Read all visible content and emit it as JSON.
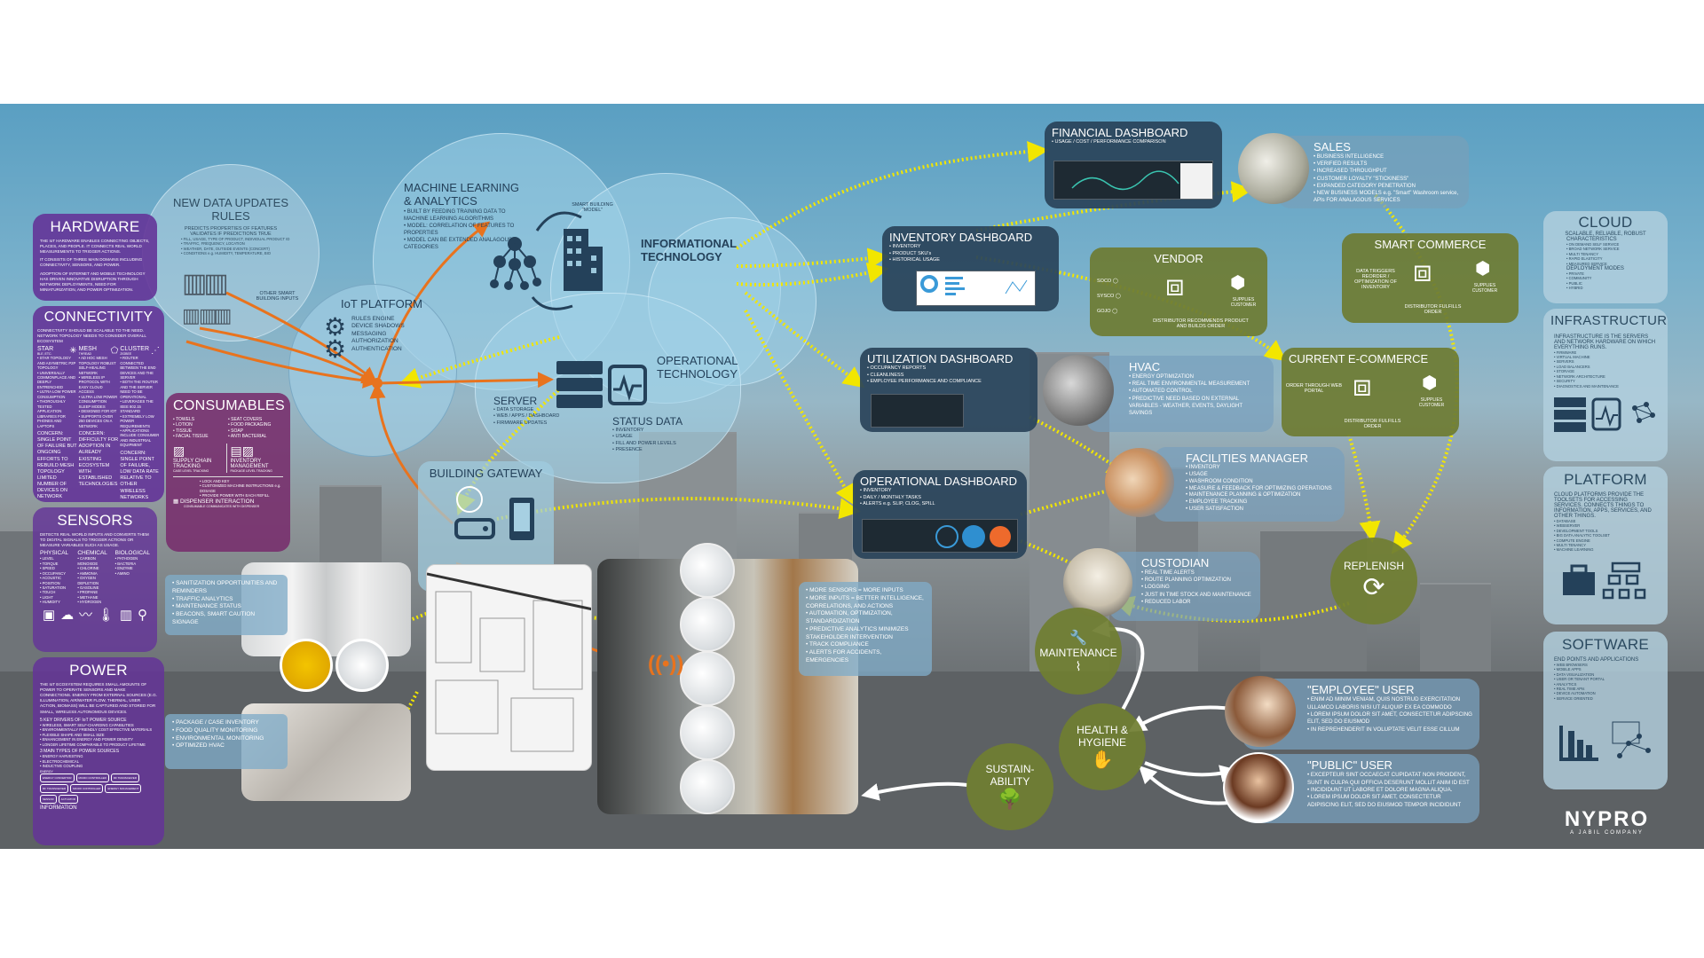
{
  "colors": {
    "purple": "#643498",
    "plum": "#78306e",
    "navy": "#2a445a",
    "green": "#6e7c34",
    "arrow_yellow": "#f2e600",
    "arrow_orange": "#e8731e"
  },
  "hardware": {
    "title": "HARDWARE",
    "paragraphs": [
      "THE IoT HARDWARE ENABLES CONNECTING OBJECTS, PLACES, AND PEOPLE. IT CONNECTS REAL WORLD MEASUREMENTS TO TRIGGER ACTIONS.",
      "IT CONSISTS OF THREE MAIN DOMAINS INCLUDING CONNECTIVITY, SENSORS, AND POWER.",
      "ADOPTION OF INTERNET AND MOBILE TECHNOLOGY HAS DRIVEN INNOVATIVE DISRUPTION THROUGH NETWORK DEPLOYMENTS, NEED FOR MINIATURIZATION, AND POWER OPTIMIZATION."
    ]
  },
  "connectivity": {
    "title": "CONNECTIVITY",
    "intro": "CONNECTIVITY SHOULD BE SCALABLE TO THE NEED. NETWORK TOPOLOGY NEEDS TO CONSIDER OVERALL ECOSYSTEM",
    "columns": [
      {
        "name": "STAR",
        "sub": "BLE, ETC.",
        "bullets": [
          "STAR TOPOLOGY AND ASYMETRIC P2P TOPOLOGY",
          "UNIVERSALLY COMMONPLACE AND DEEPLY ENTRENCHED",
          "ULTRA LOW POWER CONSUMPTION",
          "THOROUGHLY TESTED APPLICATION LIBRARIES FOR PHONES AND LAPTOPS"
        ],
        "concern": "CONCERN: SINGLE POINT OF FAILURE BUT ONGOING EFFORTS TO REBUILD MESH TOPOLOGY LIMITED NUMBER OF DEVICES ON NETWORK"
      },
      {
        "name": "MESH",
        "sub": "THREAD",
        "bullets": [
          "AD HOC MESH TOPOLOGY ROBUST SELF-HEALING NETWORK",
          "WIRELESS IP PROTOCOL WITH EASY CLOUD ACCESS",
          "ULTRA LOW POWER CONSUMPTION SLEEP MODES",
          "DESIGNED FOR IOT",
          "SUPPORTS OVER 250 DEVICES ON A NETWORK"
        ],
        "concern": "CONCERN: DIFFICULTY FOR ADOPTION IN ALREADY EXISTING ECOSYSTEM WITH ESTABLISHED TECHNOLOGIES"
      },
      {
        "name": "CLUSTER",
        "sub": "ZIGBEE",
        "bullets": [
          "ROUTER CONNECTED BETWEEN THE END DEVICES AND THE SERVER",
          "BOTH THE ROUTER AND THE SERVER NEED TO BE OPERATIONAL",
          "LEVERAGES THE IEEE 802.15 STANDARD",
          "EXTREMELY LOW POWER REQUIREMENTS",
          "APPLICATIONS INCLUDE CONSUMER AND INDUSTRIAL EQUIPMENT"
        ],
        "concern": "CONCERN: SINGLE POINT OF FAILURE, LOW DATA RATE RELATIVE TO OTHER WIRELESS NETWORKS"
      }
    ]
  },
  "sensors": {
    "title": "SENSORS",
    "intro": "DETECTS REAL WORLD INPUTS AND CONVERTS THEM TO DIGITAL SIGNALS TO TRIGGER ACTIONS OR MEASURE VARIABLES SUCH AS USAGE.",
    "columns": [
      {
        "name": "PHYSICAL",
        "bullets": [
          "LEVEL",
          "TORQUE",
          "SPEED",
          "OCCUPANCY",
          "ACOUSTIC",
          "POSITION",
          "SATURATION",
          "TOUCH",
          "LIGHT",
          "HUMIDITY"
        ]
      },
      {
        "name": "CHEMICAL",
        "bullets": [
          "CARBON MONOXIDE",
          "CHLORINE",
          "AMMONIA",
          "OXYGEN DEPLETION",
          "GASOLINE",
          "PROPANE",
          "METHANE",
          "HYDROGEN"
        ]
      },
      {
        "name": "BIOLOGICAL",
        "bullets": [
          "PATHOGEN",
          "BACTERIA",
          "ENZYME",
          "AMINO"
        ]
      }
    ]
  },
  "power": {
    "title": "POWER",
    "intro": "THE IoT ECOSYSTEM REQUIRES SMALL AMOUNTS OF POWER TO OPERATE SENSORS AND MAKE CONNECTIONS. ENERGY FROM EXTERNAL SOURCES (E.G. ILLUMINATION, AIR/WATER FLOW, THERMAL, USER ACTION, BIOMASS) WILL BE CAPTURED AND STORED FOR SMALL, WIRELESS AUTONOMOUS DEVICES.",
    "drivers_title": "5 KEY DRIVERS OF IoT POWER SOURCE",
    "drivers": [
      "WIRELESS, SMART SELF-CHARGING CAPABILITIES",
      "ENVIRONMENTALLY FRIENDLY COST EFFECTIVE MATERIALS",
      "FLEXIBLE SHAPE AND SMALL SIZE",
      "ENHANCEMENT IN ENERGY AND POWER DENSITY",
      "LONGER LIFETIME COMPARABLE TO PRODUCT LIFETIME"
    ],
    "types_title": "3 MAIN TYPES OF POWER SOURCES",
    "types": [
      "ENERGY HARVESTING",
      "ELECTROCHEMICAL",
      "INDUCTIVE COUPLING"
    ],
    "diagram": {
      "energy": "ENERGY",
      "information": "INFORMATION",
      "blocks": [
        "ENERGY CONVERTOR",
        "MICRO CONTROLLER",
        "RF TRANSCEIVER",
        "RF TRANSCEIVER",
        "MICRO CONTROLLER",
        "ENERGY MANAGEMENT",
        "SENSOR",
        "ACTUATOR"
      ]
    }
  },
  "consumables": {
    "title": "CONSUMABLES",
    "items_left": [
      "TOWELS",
      "LOTION",
      "TISSUE",
      "FACIAL TISSUE"
    ],
    "items_right": [
      "SEAT COVERS",
      "FOOD PACKAGING",
      "SOAP",
      "ANTI BACTERIAL"
    ],
    "supply_chain": {
      "title": "SUPPLY CHAIN TRACKING",
      "sub": "CASE LEVEL TRACKING"
    },
    "inventory": {
      "title": "INVENTORY MANAGEMENT",
      "sub": "PACKAGE LEVEL TRACKING"
    },
    "dispenser_bullets": [
      "LOCK AND KEY",
      "CUSTOMIZED MACHINE INSTRUCTIONS e.g. DOSAGE",
      "PROVIDE POWER WITH EACH REFILL"
    ],
    "dispenser": {
      "title": "DISPENSER INTERACTION",
      "sub": "CONSUMABLE COMMUNICATES WITH DISPENSER"
    }
  },
  "new_data": {
    "title": "NEW DATA UPDATES RULES",
    "sub1": "PREDICTS PROPERTIES OF FEATURES",
    "sub2": "VALIDATES IF PREDICTIONS TRUE",
    "bullets": [
      "FILL, USAGE, TYPE OF PRODUCT, INDIVIDUAL PRODUCT ID",
      "TRAFFIC, FREQUENCY, LOCATION",
      "WEATHER, DATE, OUTSIDE EVENTS (CONCERT)",
      "CONDITIONS e.g. HUMIDITY, TEMPERATURE, BIO"
    ],
    "other_inputs": "OTHER SMART BUILDING INPUTS"
  },
  "ml": {
    "title": "MACHINE LEARNING & ANALYTICS",
    "bullets": [
      "BUILT BY FEEDING TRAINING DATA TO MACHINE LEARNING ALGORITHMS",
      "MODEL: CORRELATION OF FEATURES TO PROPERTIES",
      "MODEL CAN BE EXTENDED ANALAGOUS CATEGORIES"
    ],
    "model_label": "SMART BUILDING \"MODEL\""
  },
  "it": {
    "title": "INFORMATIONAL TECHNOLOGY"
  },
  "iot": {
    "title": "IoT PLATFORM",
    "items": [
      "RULES ENGINE",
      "DEVICE SHADOWS",
      "MESSAGING",
      "AUTHORIZATION",
      "AUTHENTICATION"
    ]
  },
  "ot": {
    "title": "OPERATIONAL TECHNOLOGY",
    "server": {
      "title": "SERVER",
      "bullets": [
        "DATA STORAGE",
        "WEB / APPS / DASHBOARD",
        "FIRMWARE UPDATES"
      ]
    },
    "status": {
      "title": "STATUS DATA",
      "bullets": [
        "INVENTORY",
        "USAGE",
        "FILL AND POWER LEVELS",
        "PRESENCE"
      ]
    }
  },
  "gateway": {
    "title": "BUILDING GATEWAY"
  },
  "sanitization": {
    "bullets": [
      "SANITIZATION OPPORTUNITIES AND REMINDERS",
      "TRAFFIC ANALYTICS",
      "MAINTENANCE STATUS",
      "BEACONS, SMART CAUTION SIGNAGE"
    ]
  },
  "package": {
    "bullets": [
      "PACKAGE / CASE INVENTORY",
      "FOOD QUALITY MONITORING",
      "ENVIRONMENTAL MONITORING",
      "OPTIMIZED HVAC"
    ]
  },
  "more_sensors": {
    "bullets": [
      "MORE SENSORS = MORE INPUTS",
      "MORE INPUTS = BETTER INTELLIGENCE, CORRELATIONS, AND ACTIONS",
      "AUTOMATION, OPTIMIZATION, STANDARDIZATION",
      "PREDICTIVE ANALYTICS MINIMIZES STAKEHOLDER INTERVENTION",
      "TRACK COMPLIANCE",
      "ALERTS FOR ACCIDENTS, EMERGENCIES"
    ]
  },
  "financial": {
    "title": "FINANCIAL DASHBOARD",
    "bullets": [
      "USAGE / COST / PERFORMANCE COMPARISON"
    ]
  },
  "inventory_db": {
    "title": "INVENTORY DASHBOARD",
    "bullets": [
      "INVENTORY",
      "PRODUCT SKU's",
      "HISTORICAL USAGE"
    ]
  },
  "utilization": {
    "title": "UTILIZATION DASHBOARD",
    "bullets": [
      "OCCUPANCY REPORTS",
      "CLEANLINESS",
      "EMPLOYEE PERFORMANCE AND COMPLIANCE"
    ]
  },
  "operational_db": {
    "title": "OPERATIONAL DASHBOARD",
    "bullets": [
      "INVENTORY",
      "DAILY / MONTHLY TASKS",
      "ALERTS e.g. SLIP, CLOG, SPILL"
    ]
  },
  "sales": {
    "title": "SALES",
    "bullets": [
      "BUSINESS INTELLIGENCE",
      "VERIFIED RESULTS",
      "INCREASED THROUGHPUT",
      "CUSTOMER LOYALTY \"STICKINESS\"",
      "EXPANDED CATEGORY PENETRATION",
      "NEW BUSINESS MODELS e.g. \"Smart\" Washroom service, APIs FOR ANALAGOUS SERVICES"
    ]
  },
  "vendor": {
    "title": "VENDOR",
    "suppliers": [
      "SOCO",
      "SYSCO",
      "GOJO"
    ],
    "caption": "DISTRIBUTOR RECOMMENDS PRODUCT AND BUILDS ORDER",
    "supplies": "SUPPLIES CUSTOMER"
  },
  "smart_commerce": {
    "title": "SMART COMMERCE",
    "left": "DATA TRIGGERS REORDER / OPTIMIZATION OF INVENTORY",
    "caption": "DISTRIBUTOR FULFILLS ORDER",
    "supplies": "SUPPLIES CUSTOMER"
  },
  "current_ecommerce": {
    "title": "CURRENT E-COMMERCE",
    "left": "ORDER THROUGH WEB PORTAL",
    "caption": "DISTRIBUTOR FULFILLS ORDER",
    "supplies": "SUPPLIES CUSTOMER"
  },
  "hvac": {
    "title": "HVAC",
    "bullets": [
      "ENERGY OPTIMIZATION",
      "REAL TIME ENVIRONMENTAL MEASUREMENT",
      "AUTOMATED CONTROL",
      "PREDICTIVE NEED BASED ON EXTERNAL VARIABLES - WEATHER, EVENTS, DAYLIGHT SAVINGS"
    ]
  },
  "facilities": {
    "title": "FACILITIES MANAGER",
    "bullets": [
      "INVENTORY",
      "USAGE",
      "WASHROOM CONDITION",
      "MEASURE & FEEDBACK FOR OPTIMIZING OPERATIONS",
      "MAINTENANCE PLANNING & OPTIMIZATION",
      "EMPLOYEE TRACKING",
      "USER SATISFACTION"
    ]
  },
  "custodian": {
    "title": "CUSTODIAN",
    "bullets": [
      "REAL TIME ALERTS",
      "ROUTE PLANNING OPTIMIZATION",
      "LOGGING",
      "JUST IN TIME STOCK AND MAINTENANCE",
      "REDUCED LABOR"
    ]
  },
  "circles": {
    "replenish": "REPLENISH",
    "maintenance": "MAINTENANCE",
    "health": "HEALTH & HYGIENE",
    "sustain": "SUSTAIN-ABILITY"
  },
  "employee": {
    "title": "\"EMPLOYEE\" USER",
    "bullets": [
      "ENIM AD MINIM VENIAM, QUIS NOSTRUD EXERCITATION ULLAMCO LABORIS NISI UT ALIQUIP EX EA COMMODO",
      "LOREM IPSUM DOLOR SIT AMET, CONSECTETUR ADIPSCING ELIT, SED DO EIUSMOD",
      "IN REPREHENDERIT IN VOLUPTATE VELIT ESSE CILLUM"
    ]
  },
  "public": {
    "title": "\"PUBLIC\" USER",
    "bullets": [
      "EXCEPTEUR SINT OCCAECAT CUPIDATAT NON PROIDENT, SUNT IN CULPA QUI OFFICIA DESERUNT MOLLIT ANIM ID EST",
      "INCIDIDUNT UT LABORE ET DOLORE MAGNA ALIQUA.",
      "LOREM IPSUM DOLOR SIT AMET, CONSECTETUR ADIPISCING ELIT, SED DO EIUSMOD TEMPOR INCIDIDUNT"
    ]
  },
  "cloud": {
    "title": "CLOUD",
    "sub": "SCALABLE, RELIABLE, ROBUST",
    "char_title": "CHARACTERISTICS",
    "characteristics": [
      "ON DEMAND SELF SERVICE",
      "BROAD NETWORK SERVICE",
      "MULTI TENANCY",
      "RAPID ELASTICITY",
      "MEASURED SERVICE"
    ],
    "deploy_title": "DEPLOYMENT MODES",
    "deployment": [
      "PRIVATE",
      "COMMUNITY",
      "PUBLIC",
      "HYBRID"
    ]
  },
  "infrastructure": {
    "title": "INFRASTRUCTURE",
    "sub": "INFRASTRUCTURE IS THE SERVERS AND NETWORK HARDWARE ON WHICH EVERYTHING RUNS.",
    "bullets": [
      "FIRMWARE",
      "VIRTUAL MACHINE",
      "SERVERS",
      "LOAD BALANCERS",
      "STORAGE",
      "NETWORK ARCHITECTURE",
      "SECURITY",
      "DIAGNOSTICS AND MAINTENANCE"
    ]
  },
  "platform": {
    "title": "PLATFORM",
    "sub": "CLOUD PLATFORMS PROVIDE THE TOOLSETS FOR ACCESSING SERVICES. CONNECTS THINGS TO INFORMATION, APPS, SERVICES, AND OTHER THINGS.",
    "bullets": [
      "DATABASE",
      "WEBSERVER",
      "DEVELOPMENT TOOLS",
      "BIG DATA ANALYTIC TOOLSET",
      "COMPUTE ENGINE",
      "MULTI TENANCY",
      "MACHINE LEARNING"
    ]
  },
  "software": {
    "title": "SOFTWARE",
    "sub": "END POINTS AND APPLICATIONS",
    "bullets": [
      "WEB BROWSERS",
      "MOBILE APPS",
      "DATA VISUALIZATION",
      "USER OR TENANT PORTAL",
      "ANALYTICS",
      "REAL TIME APIs",
      "DEVICE AUTOMATION",
      "SERVICE ORIENTED"
    ]
  },
  "logo": {
    "name": "NYPRO",
    "tagline": "A JABIL COMPANY"
  }
}
